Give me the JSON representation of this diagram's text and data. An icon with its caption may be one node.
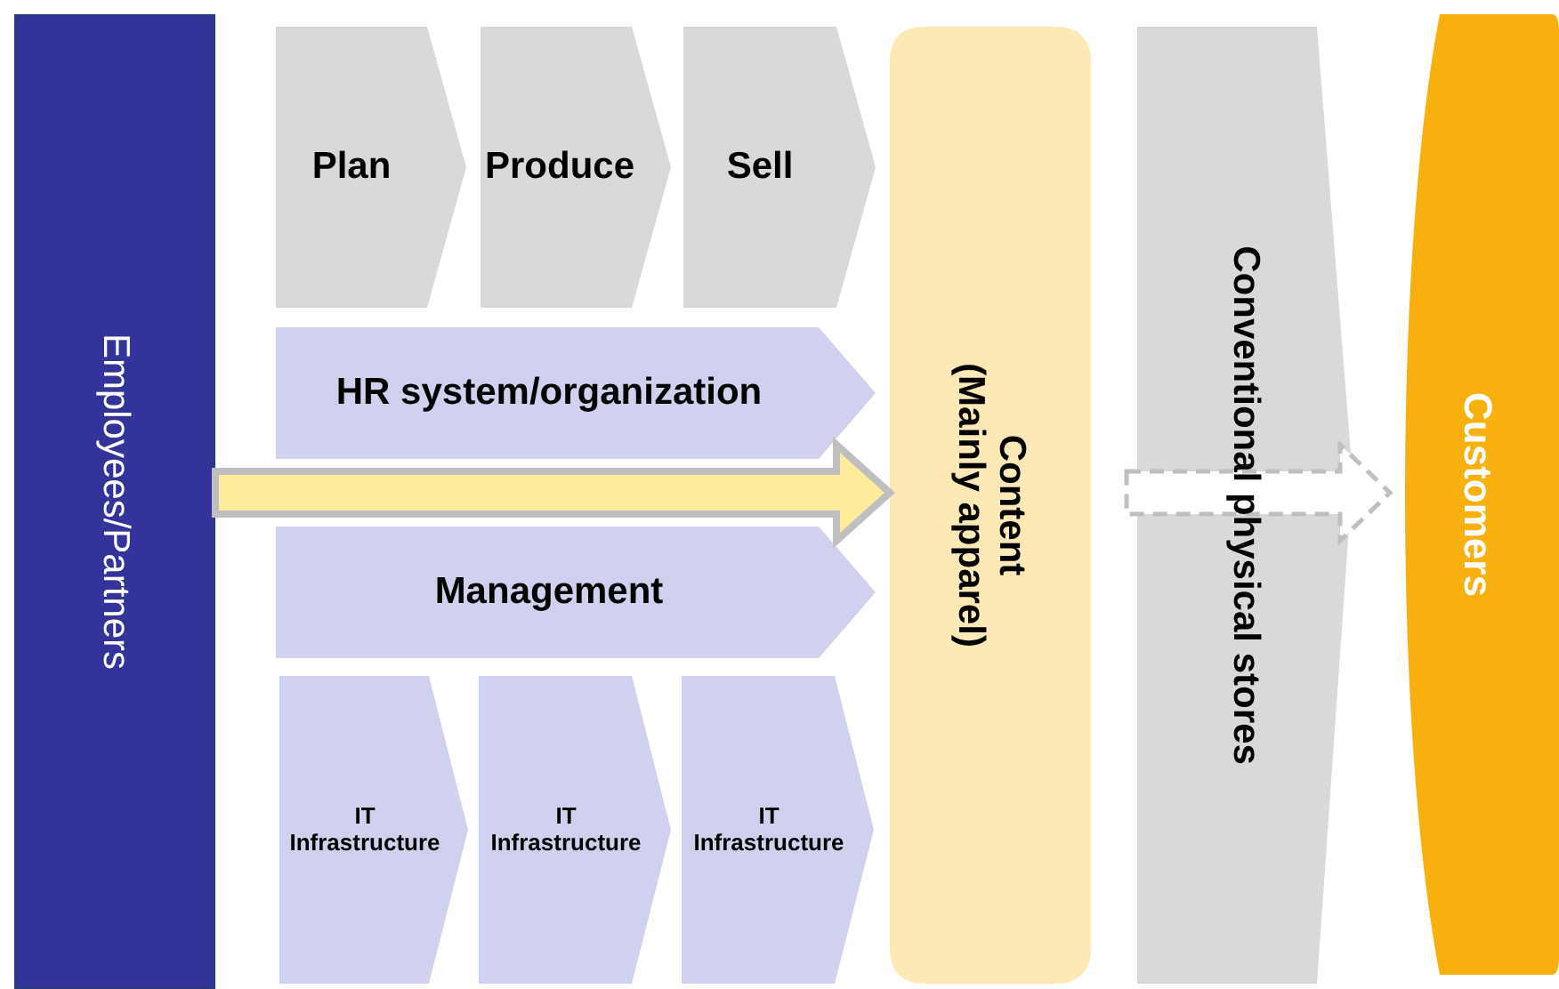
{
  "diagram": {
    "nodes": [
      {
        "text": [
          "Employees/Partners"
        ]
      },
      {
        "text": [
          "Plan"
        ]
      },
      {
        "text": [
          "Produce"
        ]
      },
      {
        "text": [
          "Sell"
        ]
      },
      {
        "text": [
          "HR system/organization"
        ]
      },
      {
        "text": [
          "Management"
        ]
      },
      {
        "text": [
          "IT Infrastructure"
        ]
      },
      {
        "text": [
          "IT Infrastructure"
        ]
      },
      {
        "text": [
          "IT Infrastructure"
        ]
      },
      {
        "text": [
          "Content",
          "(Mainly apparel)"
        ]
      },
      {
        "text": [
          "Conventional physical stores"
        ]
      },
      {
        "text": [
          "Customers"
        ]
      }
    ],
    "edges": [
      {
        "from": 0,
        "to": 9,
        "arrow": "to",
        "style": "thick",
        "color": "#ffeb9c"
      },
      {
        "from": 10,
        "to": 11,
        "arrow": "to",
        "style": "dashed",
        "color": "#ffffff"
      }
    ]
  }
}
